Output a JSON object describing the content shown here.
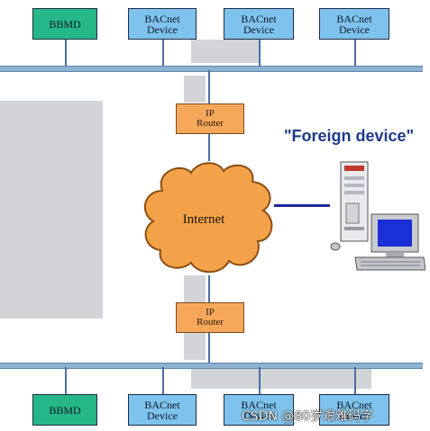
{
  "top_lan": {
    "nodes": [
      {
        "line1": "BBMD",
        "line2": ""
      },
      {
        "line1": "BACnet",
        "line2": "Device"
      },
      {
        "line1": "BACnet",
        "line2": "Device"
      },
      {
        "line1": "BACnet",
        "line2": "Device"
      }
    ]
  },
  "bottom_lan": {
    "nodes": [
      {
        "line1": "BBMD",
        "line2": ""
      },
      {
        "line1": "BACnet",
        "line2": "Device"
      },
      {
        "line1": "BACnet",
        "line2": "Device"
      },
      {
        "line1": "BACnet",
        "line2": "Device"
      }
    ]
  },
  "routers": [
    {
      "line1": "IP",
      "line2": "Router"
    },
    {
      "line1": "IP",
      "line2": "Router"
    }
  ],
  "internet_label": "Internet",
  "foreign_device_label": "\"Foreign device\"",
  "watermark": "CSDN @80岁艰难码字",
  "colors": {
    "bbmd": "#26b888",
    "bacnet_device": "#7ec3ee",
    "router": "#f6a85a",
    "cloud": "#f4a24a",
    "bus": "#8fb2d0",
    "foreign_label": "#1f3a8a"
  }
}
